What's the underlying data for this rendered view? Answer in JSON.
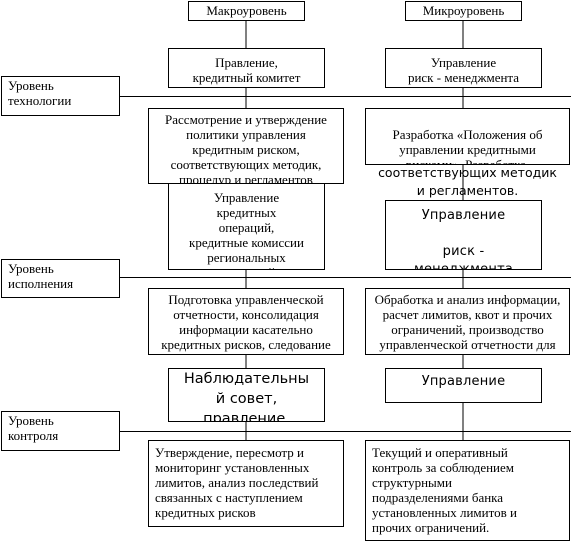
{
  "headers": {
    "macro": "Макроуровень",
    "micro": "Микроуровень"
  },
  "levels": {
    "technology": "Уровень\nтехнологии",
    "execution": "Уровень\nисполнения",
    "control": "Уровень\nконтроля"
  },
  "technology": {
    "macro_actor": "Правление,\nкредитный комитет",
    "micro_actor": "Управление\nриск - менеджмента",
    "macro_task": "Рассмотрение и утверждение\nполитики управления\nкредитным риском,\nсоответствующих методик,\nпроцедур и регламентов",
    "micro_task_a": "Разработка «Положения об\nуправлении кредитными\nрисками». Разработка,\nтестирование  и внедрение",
    "micro_task_b": "соответствующих методик\nи регламентов."
  },
  "execution": {
    "macro_actor": "Управление\nкредитных\nопераций,\nкредитные комиссии\nрегиональных\nотделений",
    "micro_actor": "Управление\n\nриск -\nменеджмента",
    "macro_task": "Подготовка управленческой\nотчетности, консолидация\nинформации касательно\nкредитных рисков, следование\nвнутренней нормативной базе",
    "micro_task": "Обработка и анализ информации,\nрасчет лимитов, квот и прочих\nограничений, производство\nуправленческой отчетности для\nколлегиальных органов банка"
  },
  "control": {
    "macro_actor": "Наблюдательны\nй совет,\nправление,\nкредитный",
    "micro_actor": "Управление\n\nриск -\nменеджмента",
    "macro_task": "Утверждение, пересмотр и\nмониторинг установленных\nлимитов, анализ последствий\nсвязанных с наступлением\nкредитных рисков",
    "micro_task": "Текущий и оперативный\nконтроль за соблюдением\nструктурными\nподразделениями банка\nустановленных лимитов и\nпрочих ограничений."
  }
}
